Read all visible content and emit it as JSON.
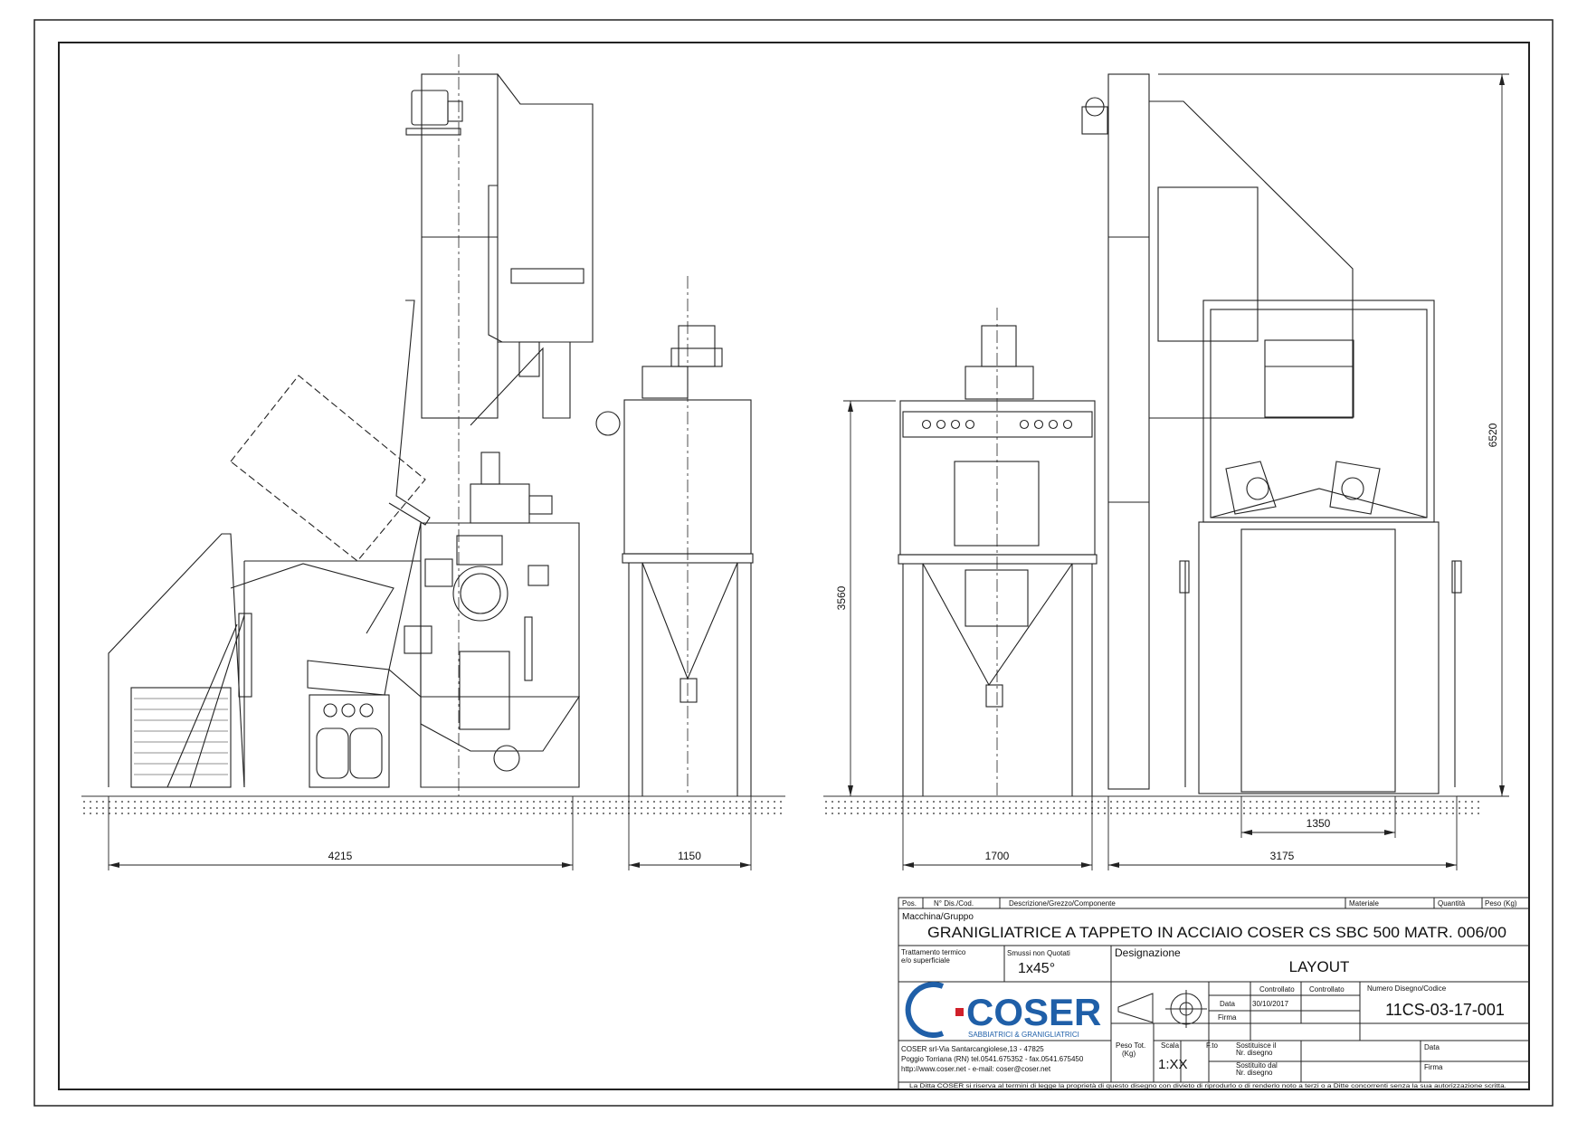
{
  "dimensions": {
    "d4215": "4215",
    "d1150": "1150",
    "d1700": "1700",
    "d3175": "3175",
    "d1350": "1350",
    "d3560": "3560",
    "d6520": "6520"
  },
  "title_block": {
    "header": {
      "pos": "Pos.",
      "dis": "N° Dis./Cod.",
      "descr": "Descrizione/Grezzo/Componente",
      "mat": "Materiale",
      "qty": "Quantità",
      "peso": "Peso (Kg)"
    },
    "macchina_label": "Macchina/Gruppo",
    "macchina_value": "GRANIGLIATRICE A TAPPETO IN ACCIAIO COSER CS SBC 500 MATR. 006/00",
    "trattamento_label1": "Trattamento termico",
    "trattamento_label2": "e/o superficiale",
    "smussi_label": "Smussi non Quotati",
    "smussi_value": "1x45°",
    "designazione_label": "Designazione",
    "designazione_value": "LAYOUT",
    "controllato1": "Controllato",
    "controllato2": "Controllato",
    "data_label": "Data",
    "data_value": "30/10/2017",
    "firma_label": "Firma",
    "numero_label": "Numero Disegno/Codice",
    "numero_value": "11CS-03-17-001",
    "peso_tot1": "Peso Tot.",
    "peso_tot2": "(Kg)",
    "scala_label": "Scala",
    "scala_value": "1:XX",
    "fto_label": "F.to",
    "sost1a": "Sostituisce il",
    "sost1b": "Nr. disegno",
    "sost2a": "Sostituito dal",
    "sost2b": "Nr. disegno",
    "data2": "Data",
    "firma2": "Firma",
    "logo_text": "COSER",
    "logo_sub": "SABBIATRICI & GRANIGLIATRICI",
    "address1": "COSER srl-Via Santarcangiolese,13 - 47825",
    "address2": "Poggio Torriana (RN) tel.0541.675352 - fax.0541.675450",
    "address3": "http://www.coser.net - e-mail: coser@coser.net",
    "disclaimer": "La Ditta COSER si riserva al termini di legge la proprietà di questo disegno con divieto di riprodurlo o di renderlo noto a terzi o a Ditte concorrenti senza la sua autorizzazione scritta."
  },
  "colors": {
    "line": "#222222",
    "logo_blue": "#1f5fa8",
    "logo_red": "#d0202a"
  }
}
